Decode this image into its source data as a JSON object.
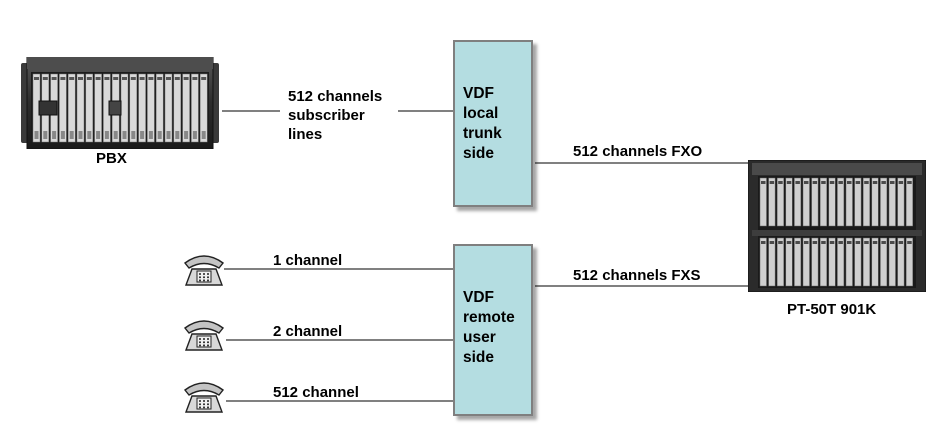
{
  "devices": {
    "pbx": {
      "label": "PBX",
      "icon": "pbx-rack-icon"
    },
    "gateway": {
      "label": "PT-50T 901K",
      "icon": "gateway-rack-icon"
    },
    "phones": [
      {
        "icon": "telephone-icon"
      },
      {
        "icon": "telephone-icon"
      },
      {
        "icon": "telephone-icon"
      }
    ]
  },
  "vdf_boxes": {
    "local": {
      "lines": [
        "VDF",
        "local",
        "trunk",
        "side"
      ]
    },
    "remote": {
      "lines": [
        "VDF",
        "remote",
        "user",
        "side"
      ]
    }
  },
  "links": {
    "pbx_to_vdf": {
      "lines": [
        "512 channels",
        "subscriber",
        "lines"
      ]
    },
    "fxo": "512 channels FXO",
    "fxs": "512 channels FXS",
    "phone1": "1 channel",
    "phone2": "2 channel",
    "phone3": "512 channel"
  },
  "colors": {
    "vdf_fill": "#b4dde1",
    "vdf_border": "#7f7f7f",
    "line": "#000000"
  }
}
